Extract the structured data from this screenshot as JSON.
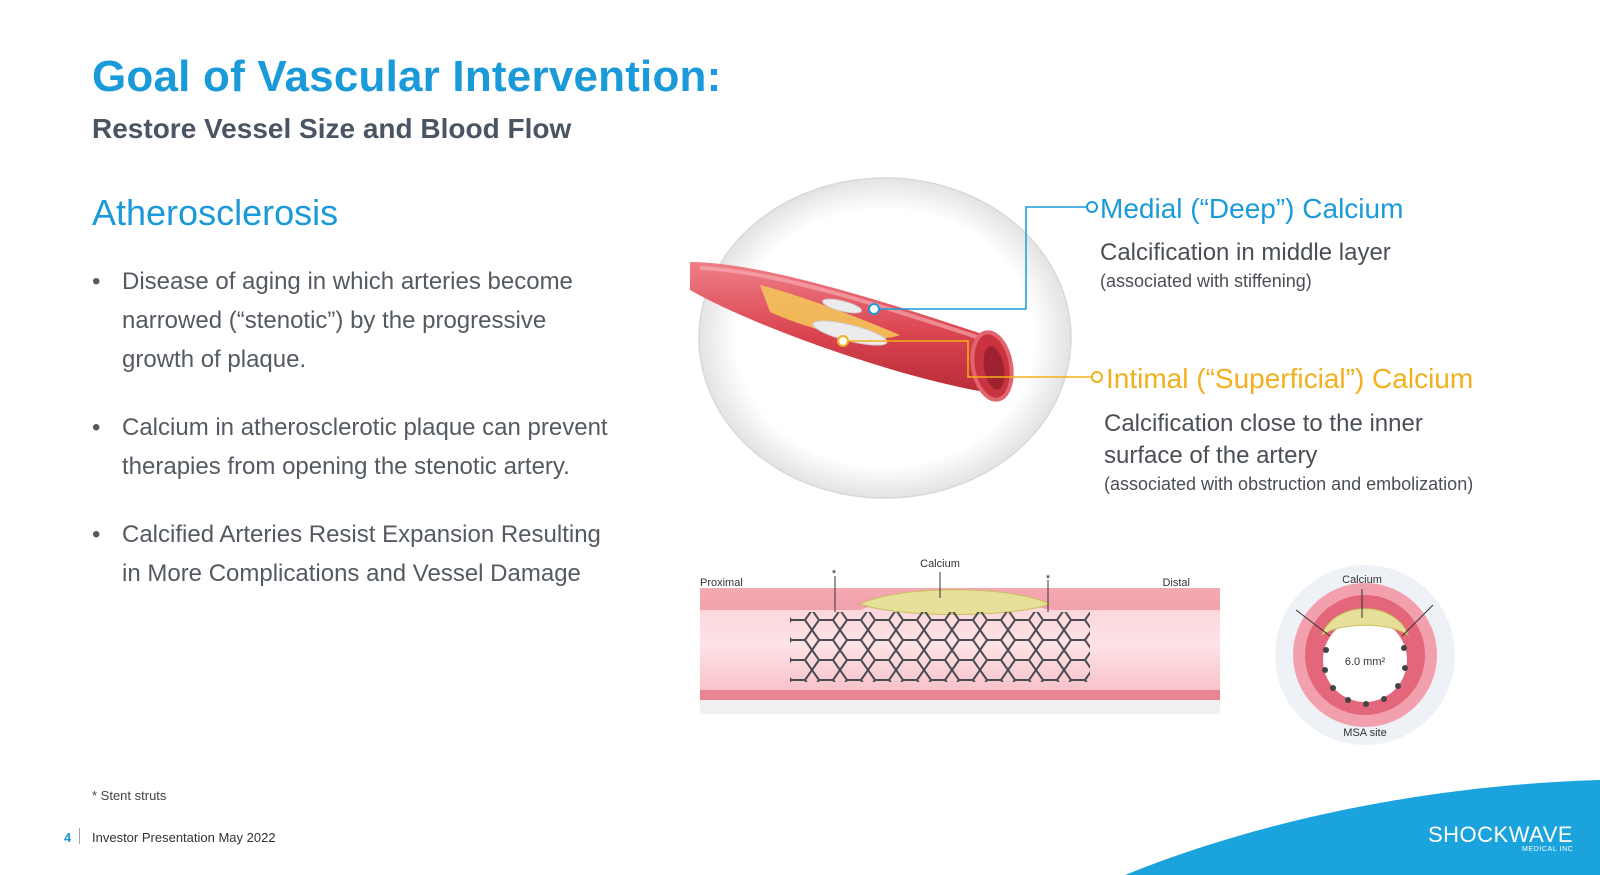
{
  "header": {
    "title": "Goal of Vascular Intervention:",
    "subtitle": "Restore Vessel Size and Blood Flow"
  },
  "content": {
    "section_title": "Atherosclerosis",
    "bullets": [
      "Disease of aging in which arteries become narrowed (“stenotic”) by the progressive growth of plaque.",
      "Calcium in atherosclerotic plaque can prevent therapies from opening the stenotic artery.",
      "Calcified Arteries Resist Expansion Resulting in More Complications and Vessel Damage"
    ]
  },
  "callouts": {
    "medial": {
      "heading": "Medial (“Deep”) Calcium",
      "body": "Calcification in middle layer",
      "note": "(associated with stiffening)"
    },
    "intimal": {
      "heading": "Intimal (“Superficial”) Calcium",
      "body_line1": "Calcification close to the inner",
      "body_line2": "surface of the artery",
      "note": "(associated with obstruction and embolization)"
    }
  },
  "diagram": {
    "proximal": "Proximal",
    "distal": "Distal",
    "calcium": "Calcium",
    "cross_calcium": "Calcium",
    "area": "6.0 mm²",
    "msa_site": "MSA site"
  },
  "footer": {
    "footnote": "* Stent struts",
    "page_number": "4",
    "presentation": "Investor Presentation May 2022",
    "logo": "SHOCKWAVE",
    "logo_sub": "MEDICAL INC"
  },
  "colors": {
    "title_blue": "#1a9ad9",
    "medial_blue": "#1a9ad9",
    "intimal_yellow": "#f2b01e",
    "artery_red": "#d9434e",
    "vessel_pink": "#f4a9b3",
    "footer_swoosh": "#1aa3dc"
  }
}
